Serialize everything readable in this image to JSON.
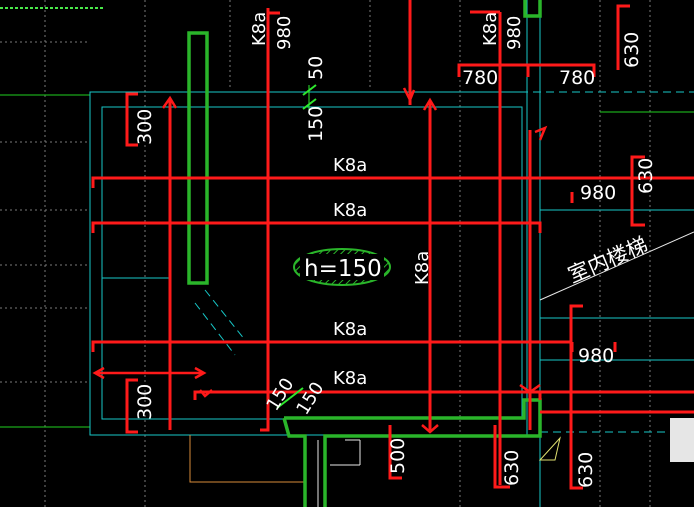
{
  "drawing": {
    "rebar_label": "K8a",
    "slab_thickness_label": "h=150",
    "room_label": "室内楼梯",
    "dimensions": {
      "d980": "980",
      "d780": "780",
      "d630": "630",
      "d300": "300",
      "d500": "500",
      "d150": "150",
      "d50": "50"
    }
  },
  "colors": {
    "background": "#000000",
    "rebar": "#ff1a1a",
    "wall_outline": "#17c7c7",
    "beam": "#2ab52a",
    "text": "#ffffff"
  }
}
